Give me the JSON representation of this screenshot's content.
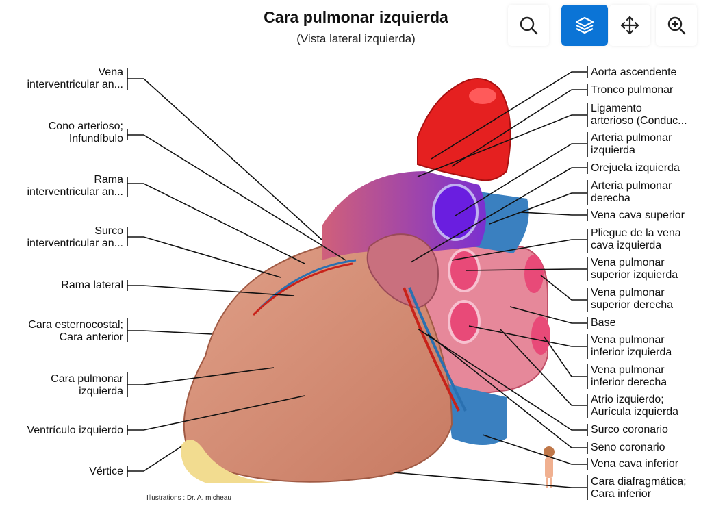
{
  "header": {
    "title": "Cara pulmonar izquierda",
    "subtitle": "(Vista lateral izquierda)"
  },
  "toolbar": {
    "search_icon": "search-icon",
    "layers_icon": "layers-icon",
    "move_icon": "move-icon",
    "zoom_icon": "zoom-in-icon",
    "accent_color": "#0b74d6"
  },
  "labels_left": [
    {
      "line1": "Vena",
      "line2": "interventricular an..."
    },
    {
      "line1": "Cono arterioso;",
      "line2": "Infundíbulo"
    },
    {
      "line1": "Rama",
      "line2": "interventricular an..."
    },
    {
      "line1": "Surco",
      "line2": "interventricular an..."
    },
    {
      "line1": "Rama lateral",
      "line2": ""
    },
    {
      "line1": "Cara esternocostal;",
      "line2": "Cara anterior"
    },
    {
      "line1": "Cara pulmonar",
      "line2": "izquierda"
    },
    {
      "line1": "Ventrículo izquierdo",
      "line2": ""
    },
    {
      "line1": "Vértice",
      "line2": ""
    }
  ],
  "labels_right": [
    {
      "line1": "Aorta ascendente",
      "line2": ""
    },
    {
      "line1": "Tronco pulmonar",
      "line2": ""
    },
    {
      "line1": "Ligamento",
      "line2": "arterioso (Conduc..."
    },
    {
      "line1": "Arteria pulmonar",
      "line2": "izquierda"
    },
    {
      "line1": "Orejuela izquierda",
      "line2": ""
    },
    {
      "line1": "Arteria pulmonar",
      "line2": "derecha"
    },
    {
      "line1": "Vena cava superior",
      "line2": ""
    },
    {
      "line1": "Pliegue de la vena",
      "line2": "cava izquierda"
    },
    {
      "line1": "Vena pulmonar",
      "line2": "superior izquierda"
    },
    {
      "line1": "Vena pulmonar",
      "line2": "superior derecha"
    },
    {
      "line1": "Base",
      "line2": ""
    },
    {
      "line1": "Vena pulmonar",
      "line2": "inferior izquierda"
    },
    {
      "line1": "Vena pulmonar",
      "line2": "inferior derecha"
    },
    {
      "line1": "Atrio izquierdo;",
      "line2": "Aurícula izquierda"
    },
    {
      "line1": "Surco coronario",
      "line2": ""
    },
    {
      "line1": "Seno coronario",
      "line2": ""
    },
    {
      "line1": "Vena cava inferior",
      "line2": ""
    },
    {
      "line1": "Cara diafragmática;",
      "line2": "Cara inferior"
    }
  ],
  "credit": "Illustrations : Dr. A. micheau"
}
